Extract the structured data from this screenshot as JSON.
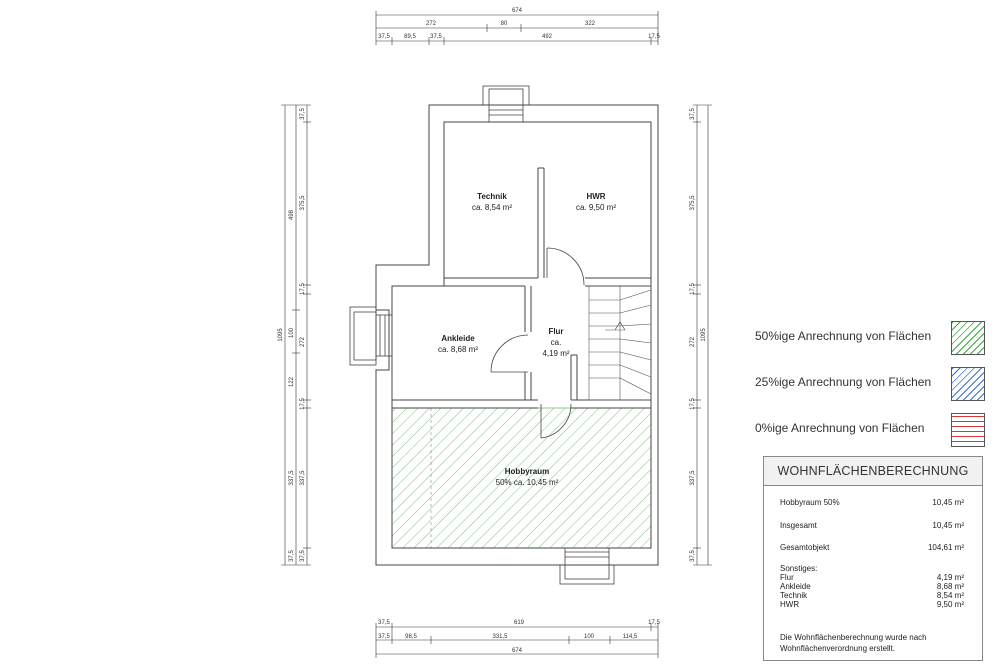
{
  "dimensions": {
    "top_total": "674",
    "top_row1": [
      "272",
      "80",
      "322"
    ],
    "top_row2": [
      "37,5",
      "89,5",
      "37,5",
      "492",
      "17,5"
    ],
    "bottom_total": "674",
    "bottom_row1": [
      "37,5",
      "619",
      "17,5"
    ],
    "bottom_row2": [
      "37,5",
      "98,5",
      "331,5",
      "100",
      "114,5"
    ],
    "left_outer": "1095",
    "left_mid": [
      "498",
      "100",
      "122"
    ],
    "left_inner": [
      "37,5",
      "375,5",
      "17,5",
      "272",
      "17,5",
      "337,5",
      "37,5"
    ],
    "right_outer": "1095",
    "right_inner": [
      "37,5",
      "375,5",
      "17,5",
      "272",
      "17,5",
      "337,5",
      "37,5"
    ]
  },
  "rooms": {
    "technik": {
      "name": "Technik",
      "area": "ca. 8,54 m²"
    },
    "hwr": {
      "name": "HWR",
      "area": "ca. 9,50 m²"
    },
    "ankleide": {
      "name": "Ankleide",
      "area": "ca. 8,68 m²"
    },
    "flur": {
      "name": "Flur",
      "area_1": "ca.",
      "area_2": "4,19 m²"
    },
    "hobbyraum": {
      "name": "Hobbyraum",
      "area": "50% ca. 10,45 m²"
    }
  },
  "legend": [
    {
      "label": "50%ige Anrechnung von Flächen",
      "color": "#3aa83a",
      "pattern": "hatch"
    },
    {
      "label": "25%ige Anrechnung von Flächen",
      "color": "#3a6fd0",
      "pattern": "hatch"
    },
    {
      "label": "0%ige Anrechnung von Flächen",
      "color": "#d83a3a",
      "pattern": "horizontal"
    }
  ],
  "calculation": {
    "title": "WOHNFLÄCHENBERECHNUNG",
    "hobbyraum_label": "Hobbyraum 50%",
    "hobbyraum_value": "10,45 m²",
    "insgesamt_label": "Insgesamt",
    "insgesamt_value": "10,45 m²",
    "gesamtobjekt_label": "Gesamtobjekt",
    "gesamtobjekt_value": "104,61 m²",
    "sonstiges_label": "Sonstiges:",
    "sonstiges": [
      {
        "label": "Flur",
        "value": "4,19 m²"
      },
      {
        "label": "Ankleide",
        "value": "8,68 m²"
      },
      {
        "label": "Technik",
        "value": "8,54 m²"
      },
      {
        "label": "HWR",
        "value": "9,50 m²"
      }
    ],
    "note_line1": "Die Wohnflächenberechnung wurde nach",
    "note_line2": "Wohnflächenverordnung erstellt."
  }
}
